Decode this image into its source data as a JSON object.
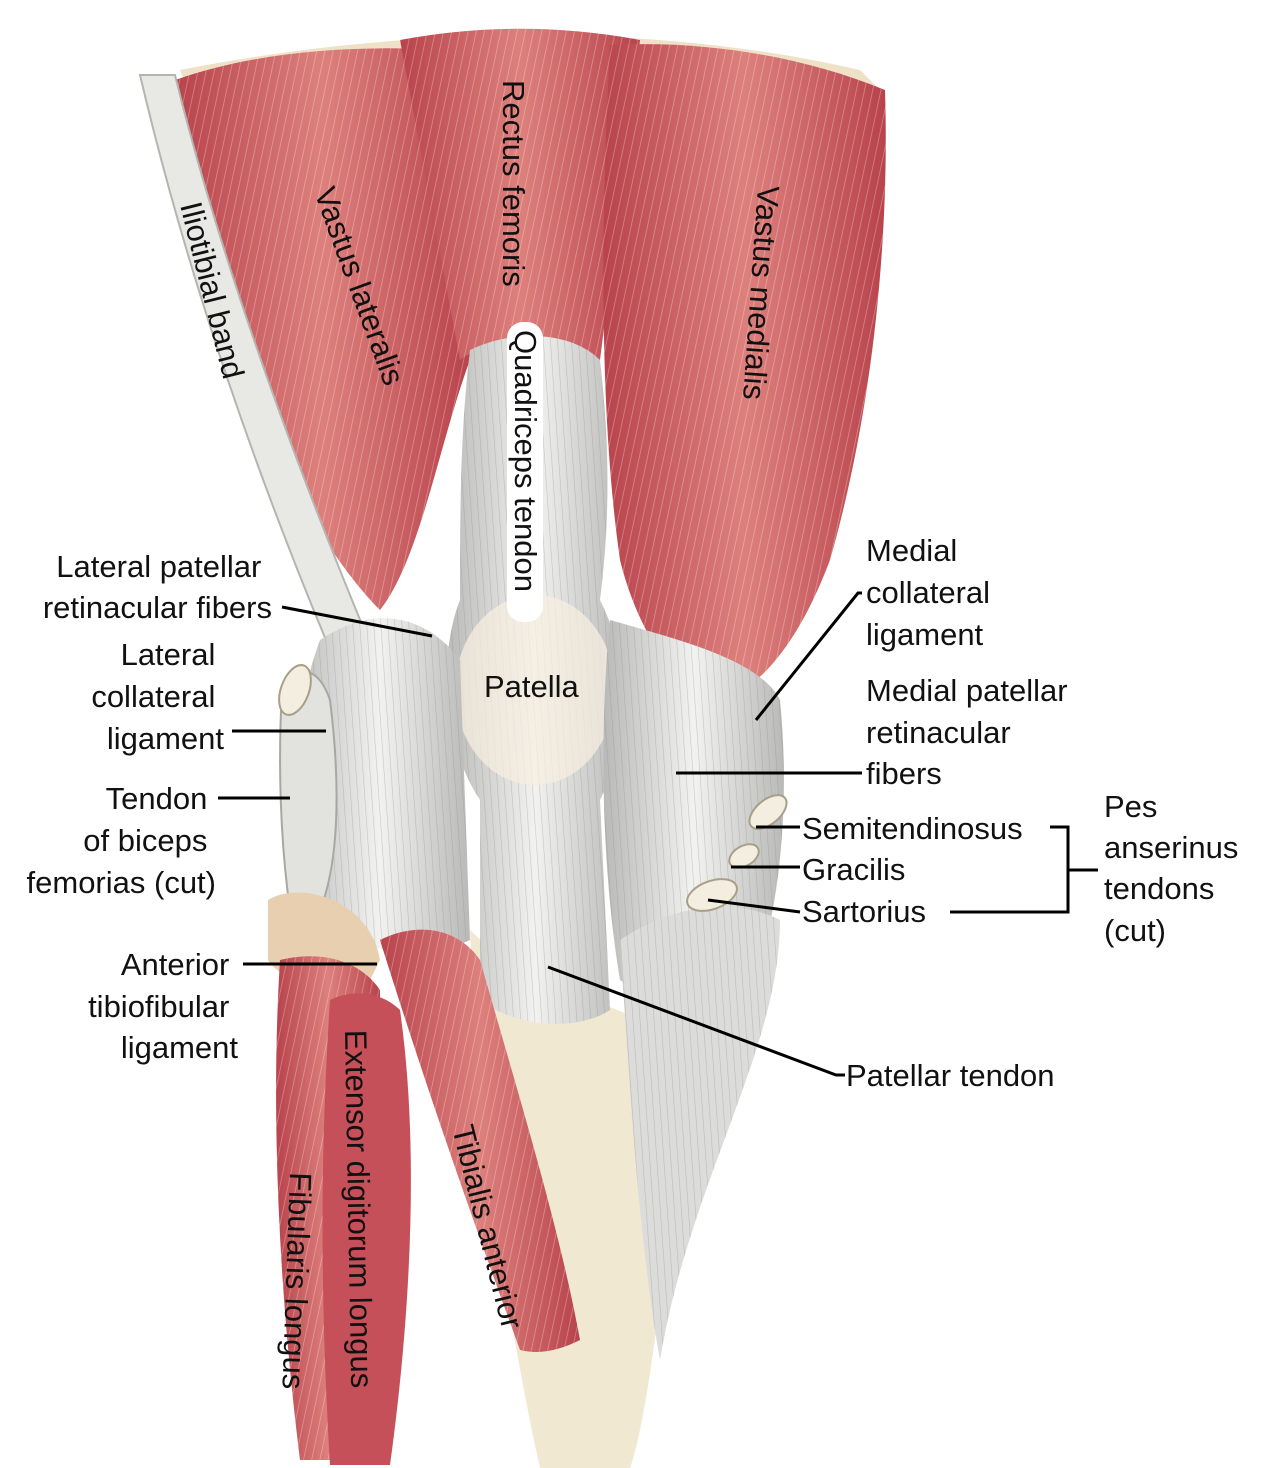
{
  "figure": {
    "labels": {
      "rectus_femoris": "Rectus femoris",
      "vastus_lateralis": "Vastus lateralis",
      "vastus_medialis": "Vastus medialis",
      "iliotibial_band": "Iliotibial band",
      "quadriceps_tendon": "Quadriceps tendon",
      "patella": "Patella",
      "lateral_patellar_retinacular": [
        "Lateral patellar",
        "retinacular fibers"
      ],
      "lateral_collateral": [
        "Lateral",
        "collateral",
        "ligament"
      ],
      "tendon_biceps": [
        "Tendon",
        "of biceps",
        "femorias (cut)"
      ],
      "anterior_tibiofibular": [
        "Anterior",
        "tibiofibular",
        "ligament"
      ],
      "medial_collateral": [
        "Medial",
        "collateral",
        "ligament"
      ],
      "medial_patellar_retinacular": [
        "Medial patellar",
        "retinacular",
        "fibers"
      ],
      "semitendinosus": "Semitendinosus",
      "gracilis": "Gracilis",
      "sartorius": "Sartorius",
      "pes_anserinus": [
        "Pes",
        "anserinus",
        "tendons",
        "(cut)"
      ],
      "patellar_tendon": "Patellar tendon",
      "extensor_digitorum_longus": "Extensor digitorum longus",
      "tibialis_anterior": "Tibialis anterior",
      "fibularis_longus": "Fibularis longus"
    },
    "colors": {
      "muscle": "#c9555c",
      "muscle_light": "#e39a95",
      "tendon": "#e4e4e2",
      "tendon_shadow": "#b8b8b8",
      "bone": "#f0e6cf",
      "leader": "#000000"
    }
  }
}
